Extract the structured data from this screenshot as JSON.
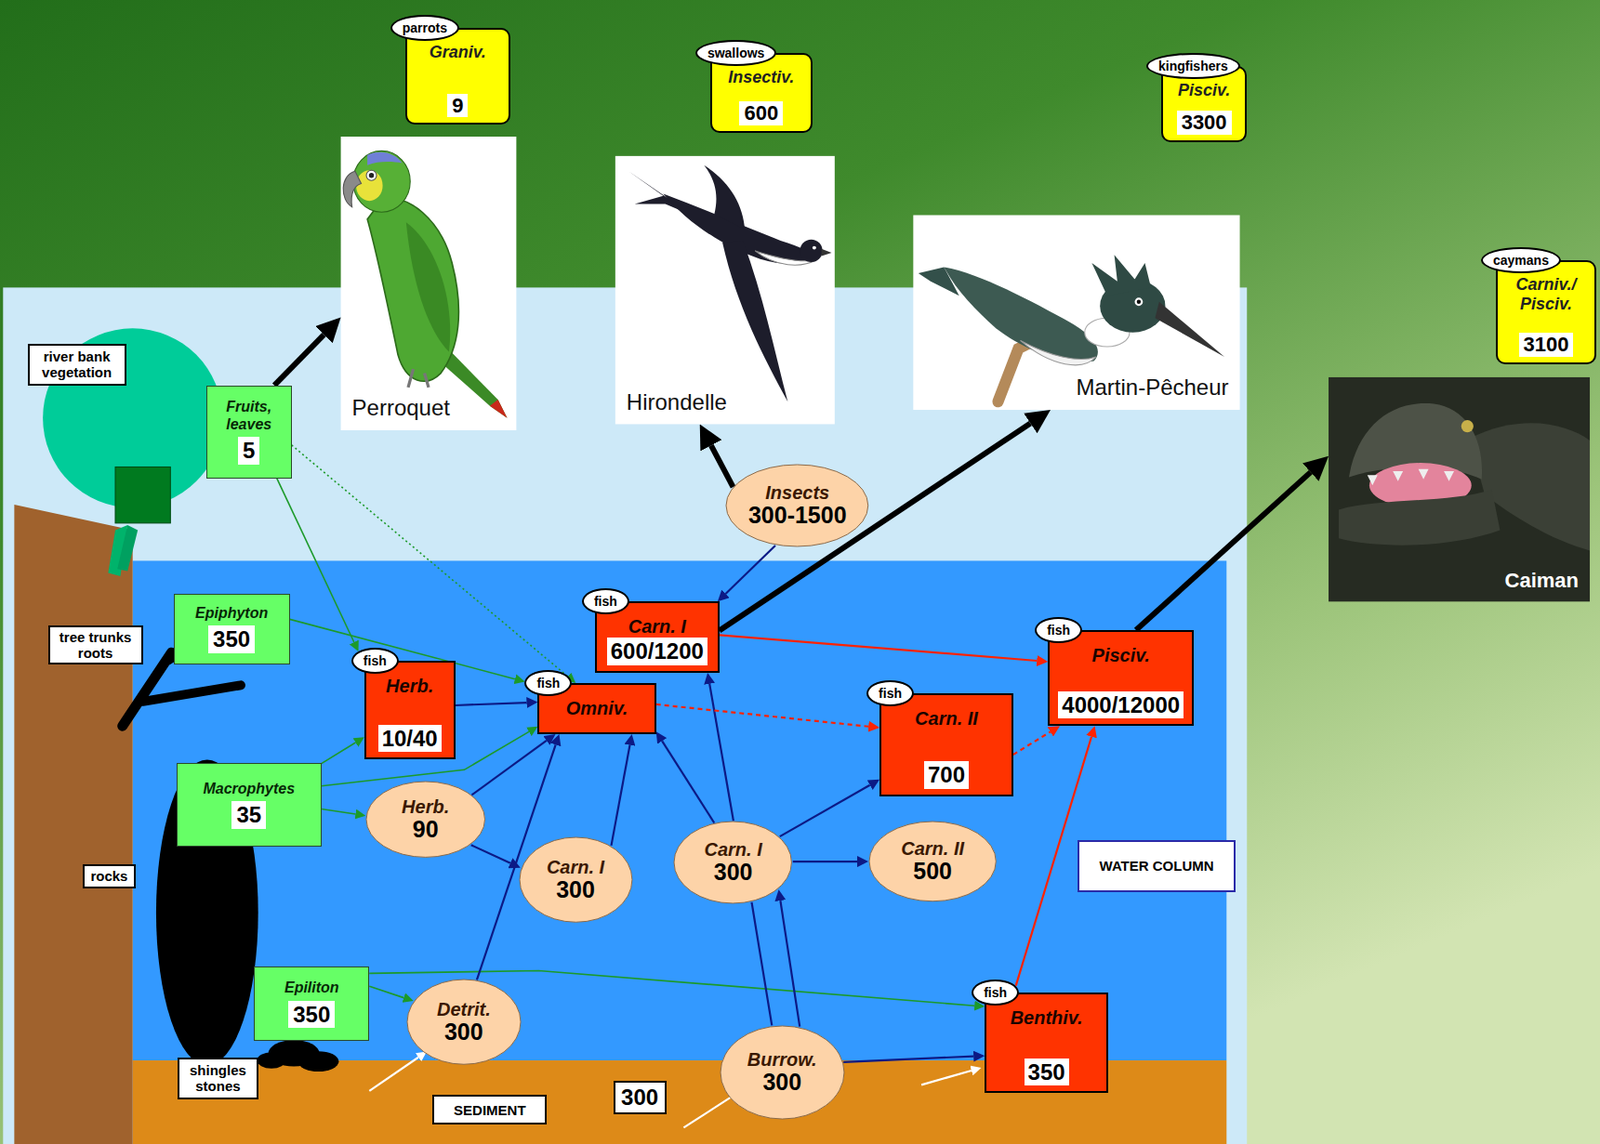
{
  "diagram": {
    "nodes": [
      {
        "text": [
          "parrots",
          "Graniv.",
          "9"
        ]
      },
      {
        "text": [
          "swallows",
          "Insectiv.",
          "600"
        ]
      },
      {
        "text": [
          "kingfishers",
          "Pisciv.",
          "3300"
        ]
      },
      {
        "text": [
          "caymans",
          "Carniv./ Pisciv.",
          "3100"
        ]
      },
      {
        "text": [
          "river bank vegetation"
        ]
      },
      {
        "text": [
          "Fruits, leaves",
          "5"
        ]
      },
      {
        "text": [
          "Perroquet"
        ]
      },
      {
        "text": [
          "Hirondelle"
        ]
      },
      {
        "text": [
          "Martin-Pêcheur"
        ]
      },
      {
        "text": [
          "Caiman"
        ]
      },
      {
        "text": [
          "Insects",
          "300-1500"
        ]
      },
      {
        "text": [
          "fish",
          "Carn. I",
          "600/1200"
        ]
      },
      {
        "text": [
          "Epiphyton",
          "350"
        ]
      },
      {
        "text": [
          "tree trunks roots"
        ]
      },
      {
        "text": [
          "fish",
          "Herb.",
          "10/40"
        ]
      },
      {
        "text": [
          "fish",
          "Omniv."
        ]
      },
      {
        "text": [
          "fish",
          "Carn. II",
          "700"
        ]
      },
      {
        "text": [
          "fish",
          "Pisciv.",
          "4000/12000"
        ]
      },
      {
        "text": [
          "Macrophytes",
          "35"
        ]
      },
      {
        "text": [
          "Herb.",
          "90"
        ]
      },
      {
        "text": [
          "Carn. I",
          "300"
        ]
      },
      {
        "text": [
          "Carn. I",
          "300"
        ]
      },
      {
        "text": [
          "Carn. II",
          "500"
        ]
      },
      {
        "text": [
          "WATER COLUMN"
        ]
      },
      {
        "text": [
          "rocks"
        ]
      },
      {
        "text": [
          "Epiliton",
          "350"
        ]
      },
      {
        "text": [
          "Detrit.",
          "300"
        ]
      },
      {
        "text": [
          "fish",
          "Benthiv.",
          "350"
        ]
      },
      {
        "text": [
          "Burrow.",
          "300"
        ]
      },
      {
        "text": [
          "shingles stones"
        ]
      },
      {
        "text": [
          "SEDIMENT"
        ]
      },
      {
        "text": [
          "300"
        ]
      }
    ],
    "edges": [
      {
        "from": 5,
        "to": 6,
        "arrow": "to"
      },
      {
        "from": 5,
        "to": 14,
        "arrow": "to"
      },
      {
        "from": 5,
        "to": 15,
        "arrow": "to"
      },
      {
        "from": 12,
        "to": 15,
        "arrow": "to"
      },
      {
        "from": 18,
        "to": 14,
        "arrow": "to"
      },
      {
        "from": 18,
        "to": 15,
        "arrow": "to"
      },
      {
        "from": 18,
        "to": 19,
        "arrow": "to"
      },
      {
        "from": 25,
        "to": 26,
        "arrow": "to"
      },
      {
        "from": 25,
        "to": 27,
        "arrow": "to"
      },
      {
        "from": 14,
        "to": 15,
        "arrow": "to"
      },
      {
        "from": 19,
        "to": 15,
        "arrow": "to"
      },
      {
        "from": 19,
        "to": 20,
        "arrow": "to"
      },
      {
        "from": 26,
        "to": 15,
        "arrow": "to"
      },
      {
        "from": 20,
        "to": 15,
        "arrow": "to"
      },
      {
        "from": 21,
        "to": 15,
        "arrow": "to"
      },
      {
        "from": 21,
        "to": 11,
        "arrow": "to"
      },
      {
        "from": 28,
        "to": 21,
        "arrow": "to"
      },
      {
        "from": 28,
        "to": 21,
        "arrow": "none"
      },
      {
        "from": 21,
        "to": 16,
        "arrow": "to"
      },
      {
        "from": 21,
        "to": 22,
        "arrow": "to"
      },
      {
        "from": 28,
        "to": 27,
        "arrow": "to"
      },
      {
        "from": 10,
        "to": 11,
        "arrow": "to"
      },
      {
        "from": 10,
        "to": 7,
        "arrow": "to"
      },
      {
        "from": 11,
        "to": 8,
        "arrow": "to"
      },
      {
        "from": 11,
        "to": 17,
        "arrow": "to"
      },
      {
        "from": 15,
        "to": 16,
        "arrow": "to"
      },
      {
        "from": 16,
        "to": 17,
        "arrow": "to"
      },
      {
        "from": 27,
        "to": 17,
        "arrow": "to"
      },
      {
        "from": 17,
        "to": 9,
        "arrow": "to"
      }
    ]
  }
}
